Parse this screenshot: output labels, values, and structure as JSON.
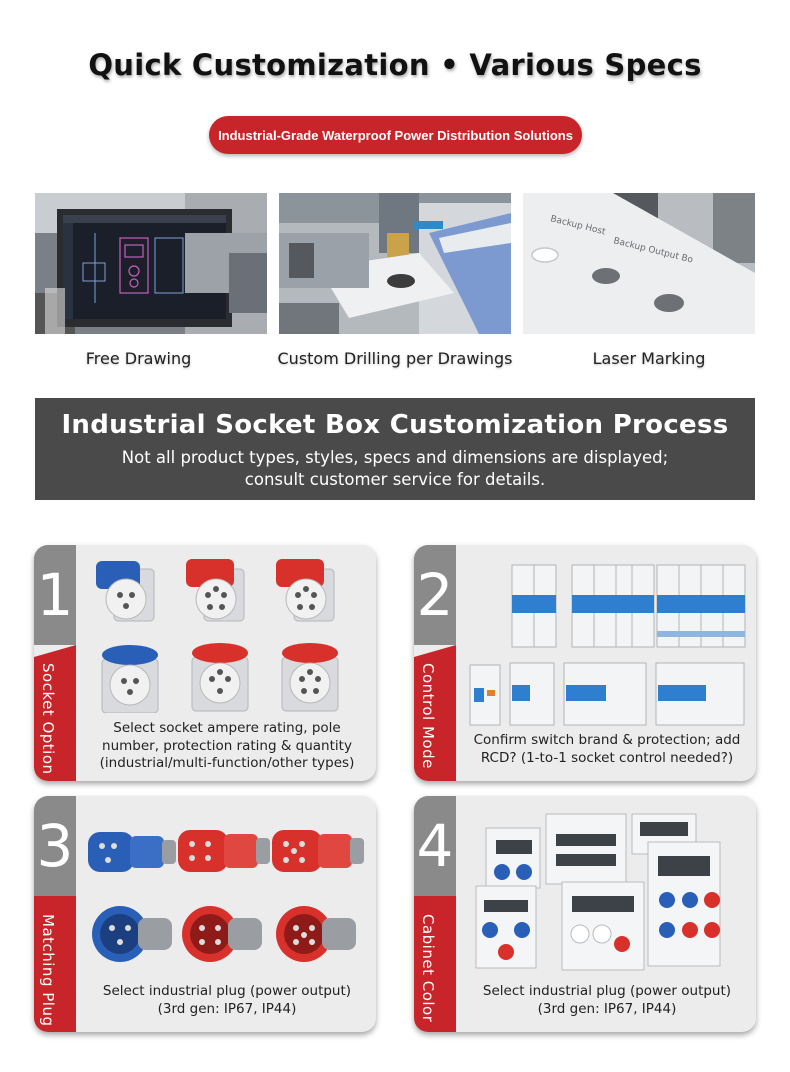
{
  "header": {
    "title": "Quick Customization • Various Specs",
    "pill": "Industrial-Grade Waterproof Power Distribution Solutions"
  },
  "photos": [
    {
      "caption": "Free Drawing",
      "icon": "cad-monitor-photo"
    },
    {
      "caption": "Custom Drilling per Drawings",
      "icon": "cnc-drilling-photo"
    },
    {
      "caption": "Laser Marking",
      "icon": "laser-marked-panel-photo"
    }
  ],
  "panel_text": {
    "hole1": "Backup Host",
    "hole2": "Backup Output Bo"
  },
  "banner": {
    "title": "Industrial Socket Box  Customization Process",
    "line1": "Not all product types, styles, specs and dimensions are displayed;",
    "line2": "consult customer service for details."
  },
  "steps": [
    {
      "number": "1",
      "label": "Socket Option",
      "desc_lines": [
        "Select socket ampere rating, pole",
        "number, protection rating & quantity",
        "(industrial/multi-function/other types)"
      ]
    },
    {
      "number": "2",
      "label": "Control Mode",
      "desc_lines": [
        "Confirm switch brand & protection; add",
        "RCD? (1-to-1 socket control needed?)"
      ]
    },
    {
      "number": "3",
      "label": "Matching Plug",
      "desc_lines": [
        "Select industrial plug (power output)",
        "(3rd gen: IP67, IP44)"
      ]
    },
    {
      "number": "4",
      "label": "Cabinet Color",
      "desc_lines": [
        "Select industrial plug (power output)",
        "(3rd gen: IP67, IP44)"
      ]
    }
  ],
  "colors": {
    "accent_red": "#c8252b",
    "banner_grey": "#4a4a4a",
    "socket_blue": "#2a5fb8"
  }
}
